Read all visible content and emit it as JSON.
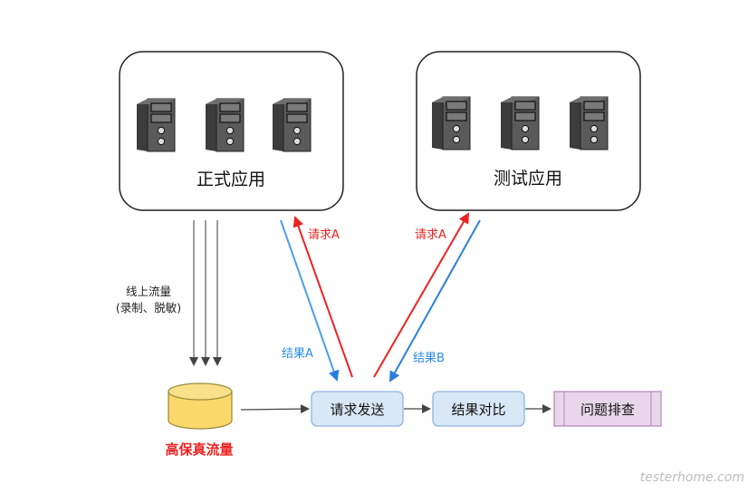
{
  "prod_box": {
    "label": "正式应用",
    "server_count": 3
  },
  "test_box": {
    "label": "测试应用",
    "server_count": 3
  },
  "traffic": {
    "line1": "线上流量",
    "line2": "(录制、脱敏)"
  },
  "database": {
    "label": "高保真流量"
  },
  "arrows": {
    "request_a_left": "请求A",
    "result_a": "结果A",
    "request_a_right": "请求A",
    "result_b": "结果B"
  },
  "process": {
    "send": "请求发送",
    "compare": "结果对比",
    "investigate": "问题排查"
  },
  "watermark": "testerhome.com",
  "colors": {
    "red": "#ee2222",
    "blue": "#4a9df0",
    "process_fill": "#d9e8f7",
    "process_stroke": "#8eb4dd",
    "investigate_fill": "#e8d7ea",
    "investigate_stroke": "#b58cc0",
    "db_fill": "#fad86a",
    "db_stroke": "#9a8a3a"
  }
}
